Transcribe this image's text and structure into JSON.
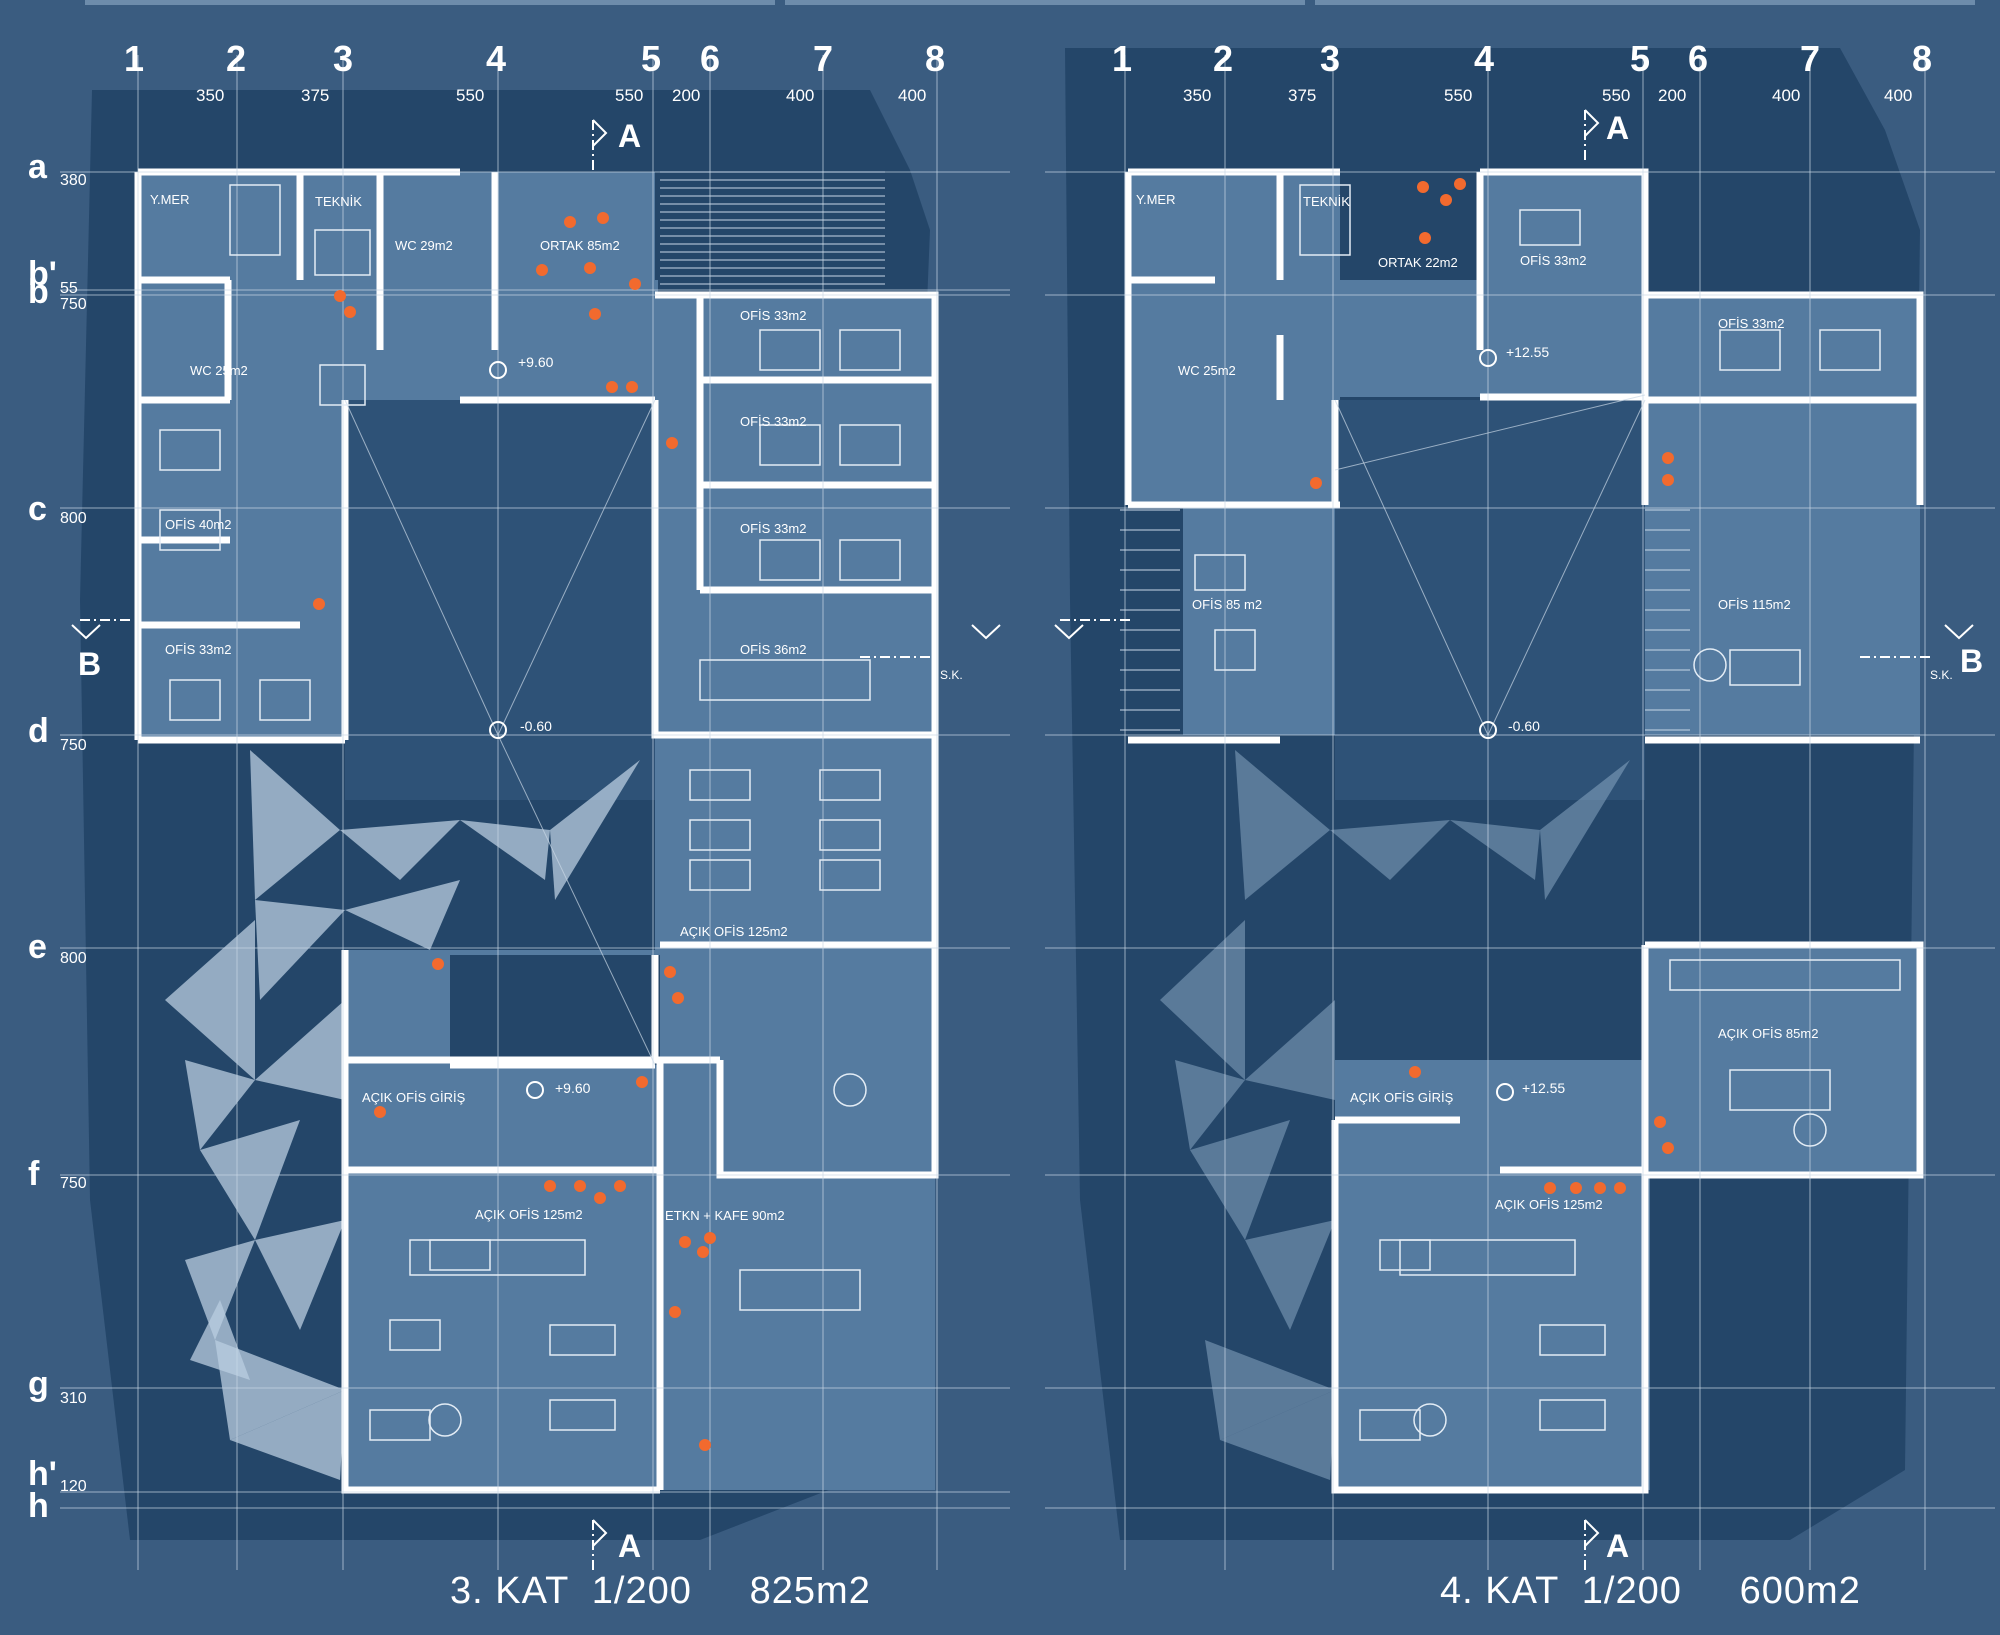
{
  "colors": {
    "background": "#3a5c80",
    "dark_mass": "#244669",
    "floor": "#557ba0",
    "wall": "#ffffff",
    "marker": "#f26a2e",
    "facade_glass": "#b9cde0"
  },
  "grid": {
    "columns": [
      "1",
      "2",
      "3",
      "4",
      "5",
      "6",
      "7",
      "8"
    ],
    "column_spacings": [
      "350",
      "375",
      "550",
      "550",
      "200",
      "400",
      "400"
    ],
    "rows": [
      "a",
      "b'",
      "b",
      "c",
      "d",
      "e",
      "f",
      "g",
      "h'",
      "h"
    ],
    "row_spacings": [
      "380",
      "55",
      "750",
      "800",
      "750",
      "800",
      "750",
      "310",
      "120"
    ]
  },
  "section_labels": {
    "a": "A",
    "b": "B",
    "sk": "S.K."
  },
  "plans": [
    {
      "title": "3. KAT  1/200     825m2",
      "rooms": [
        "Y.MER",
        "TEKNİK",
        "WC  29m2",
        "ORTAK 85m2",
        "WC  25m2",
        "OFİS  40m2",
        "OFİS  33m2",
        "OFİS  33m2",
        "OFİS  33m2",
        "OFİS  33m2",
        "OFİS  36m2",
        "AÇIK OFİS  125m2",
        "AÇIK OFİS GİRİŞ",
        "AÇIK OFİS  125m2",
        "ETKN + KAFE  90m2"
      ],
      "levels": [
        "+9.60",
        "-0.60",
        "+9.60"
      ]
    },
    {
      "title": "4. KAT  1/200     600m2",
      "rooms": [
        "Y.MER",
        "TEKNİK",
        "ORTAK  22m2",
        "OFİS  33m2",
        "OFİS  33m2",
        "WC  25m2",
        "OFİS 85 m2",
        "OFİS  115m2",
        "AÇIK OFİS GİRİŞ",
        "AÇIK OFİS  85m2",
        "AÇIK OFİS  125m2"
      ],
      "levels": [
        "+12.55",
        "-0.60",
        "+12.55"
      ]
    }
  ]
}
